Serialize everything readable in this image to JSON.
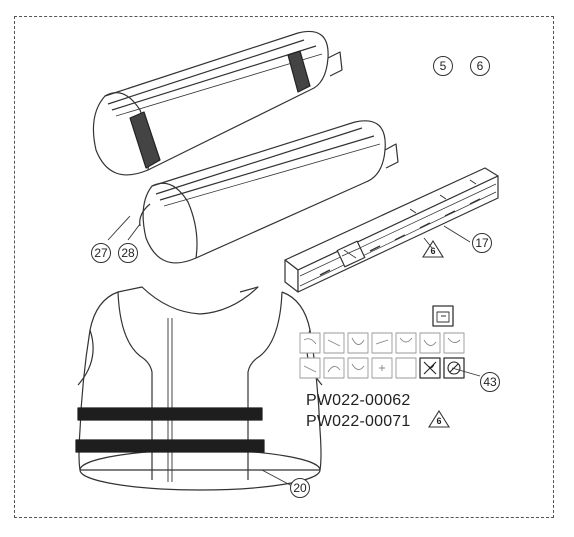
{
  "callouts": {
    "c5": "5",
    "c6": "6",
    "c27": "27",
    "c28": "28",
    "c17": "17",
    "c43": "43",
    "c20": "20"
  },
  "revision_marks": {
    "tool_box": "6",
    "part_number": "6"
  },
  "part_numbers": [
    "PW022-00062",
    "PW022-00071"
  ]
}
